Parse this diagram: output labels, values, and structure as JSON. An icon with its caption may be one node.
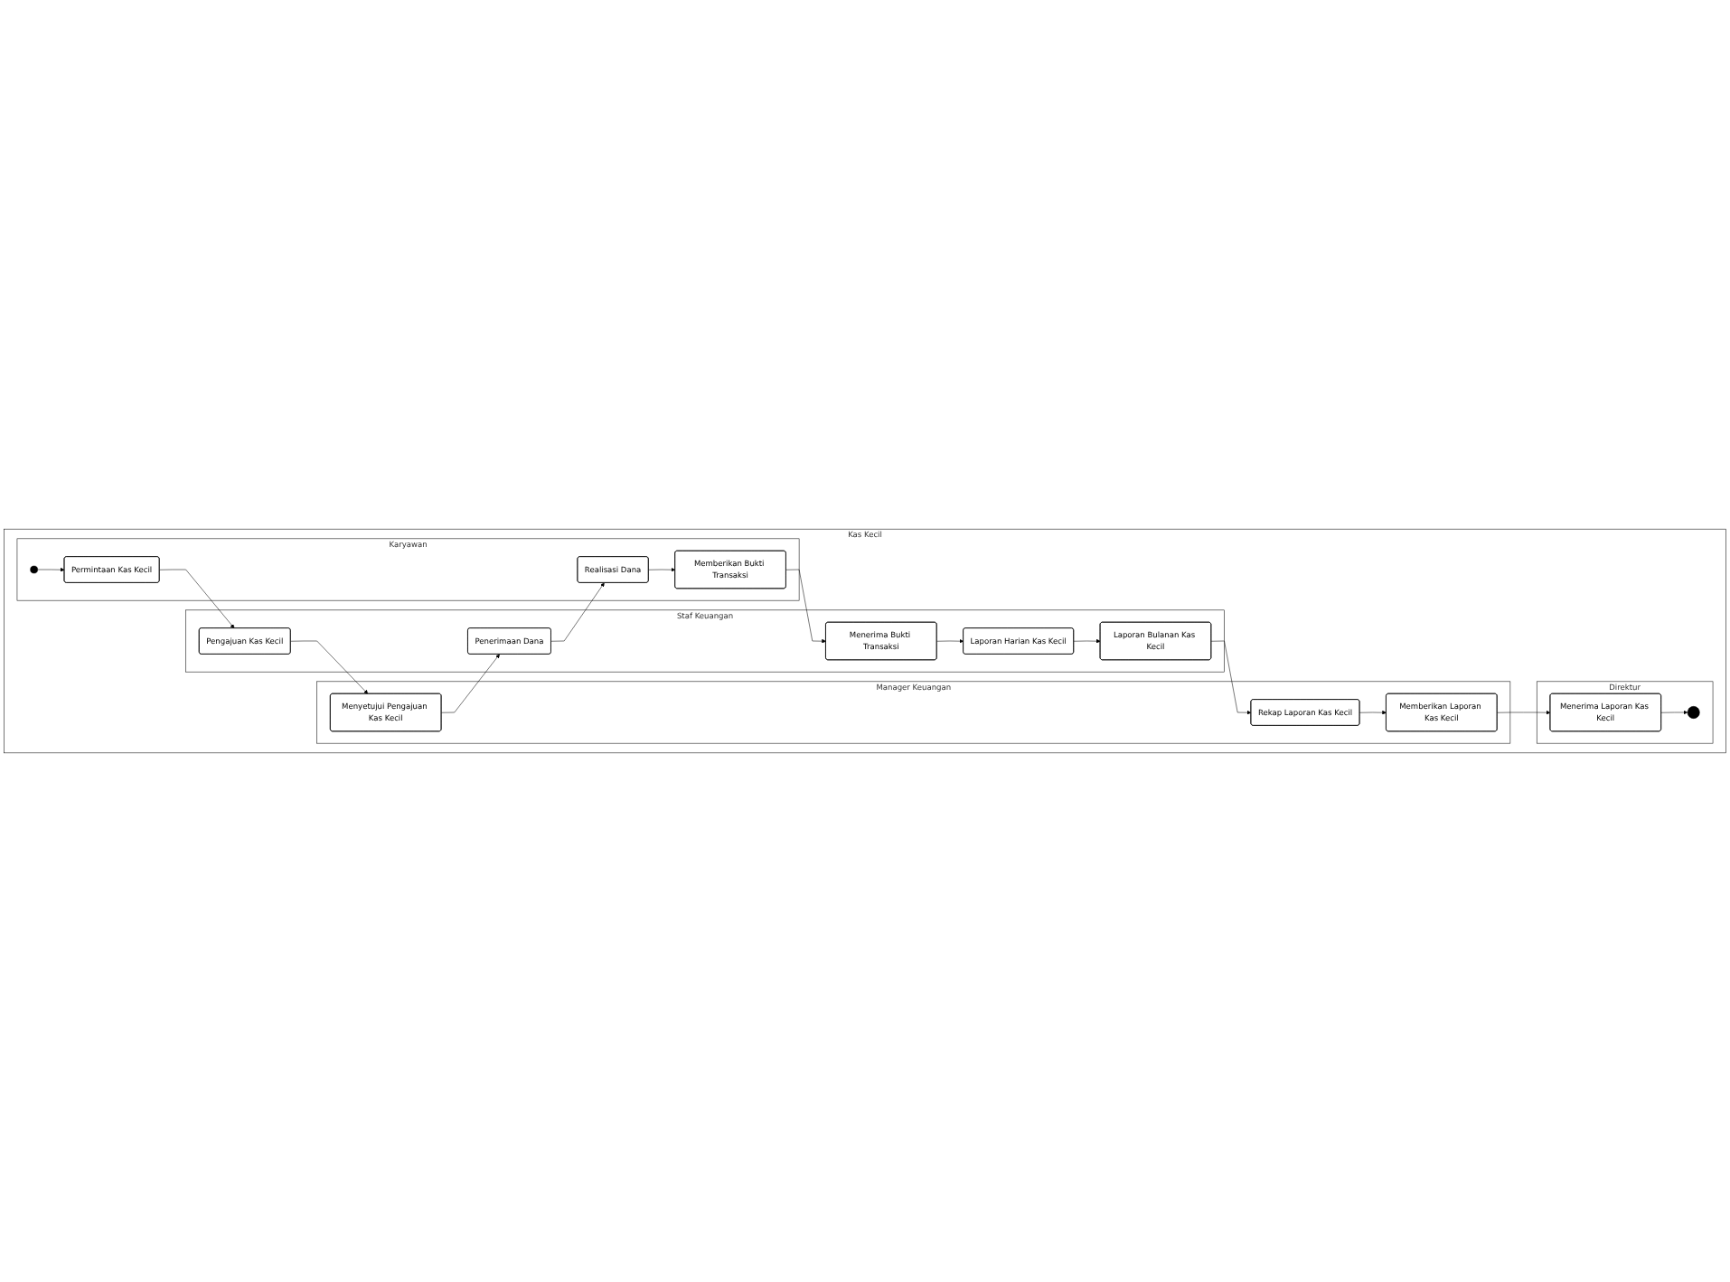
{
  "diagram": {
    "nodes": [
      {
        "text": [
          "Kas Kecil"
        ]
      },
      {
        "text": [
          "Karyawan"
        ],
        "in": 0
      },
      {
        "text": [
          "Staf Keuangan"
        ],
        "in": 0
      },
      {
        "text": [
          "Manager Keuangan"
        ],
        "in": 0
      },
      {
        "text": [
          "Direktur"
        ],
        "in": 0
      },
      {
        "text": [],
        "shape": "dot",
        "in": 1
      },
      {
        "text": [
          "Permintaan Kas Kecil"
        ],
        "in": 1
      },
      {
        "text": [
          "Pengajuan Kas Kecil"
        ],
        "in": 2
      },
      {
        "text": [
          "Menyetujui Pengajuan Kas Kecil"
        ],
        "in": 3
      },
      {
        "text": [
          "Realisasi Dana"
        ],
        "in": 1
      },
      {
        "text": [
          "Penerimaan Dana"
        ],
        "in": 2
      },
      {
        "text": [
          "Memberikan Bukti Transaksi"
        ],
        "in": 1
      },
      {
        "text": [
          "Menerima Bukti Transaksi"
        ],
        "in": 2
      },
      {
        "text": [
          "Laporan Harian Kas Kecil"
        ],
        "in": 2
      },
      {
        "text": [
          "Laporan Bulanan Kas Kecil"
        ],
        "in": 2
      },
      {
        "text": [
          "Rekap Laporan Kas Kecil"
        ],
        "in": 3
      },
      {
        "text": [
          "Memberikan Laporan Kas Kecil"
        ],
        "in": 3
      },
      {
        "text": [
          "Menerima Laporan Kas Kecil"
        ],
        "in": 4
      },
      {
        "text": [],
        "shape": "bullseye",
        "in": 4
      }
    ],
    "edges": [
      {
        "from": 5,
        "to": 6,
        "arrow": "to"
      },
      {
        "from": 6,
        "to": 7,
        "arrow": "to"
      },
      {
        "from": 7,
        "to": 8,
        "arrow": "to"
      },
      {
        "from": 8,
        "to": 10,
        "arrow": "to"
      },
      {
        "from": 10,
        "to": 9,
        "arrow": "to"
      },
      {
        "from": 9,
        "to": 11,
        "arrow": "to"
      },
      {
        "from": 11,
        "to": 12,
        "arrow": "to"
      },
      {
        "from": 12,
        "to": 13,
        "arrow": "to"
      },
      {
        "from": 13,
        "to": 14,
        "arrow": "to"
      },
      {
        "from": 14,
        "to": 15,
        "arrow": "to"
      },
      {
        "from": 15,
        "to": 16,
        "arrow": "to"
      },
      {
        "from": 16,
        "to": 17,
        "arrow": "to"
      },
      {
        "from": 17,
        "to": 18,
        "arrow": "to"
      }
    ]
  }
}
